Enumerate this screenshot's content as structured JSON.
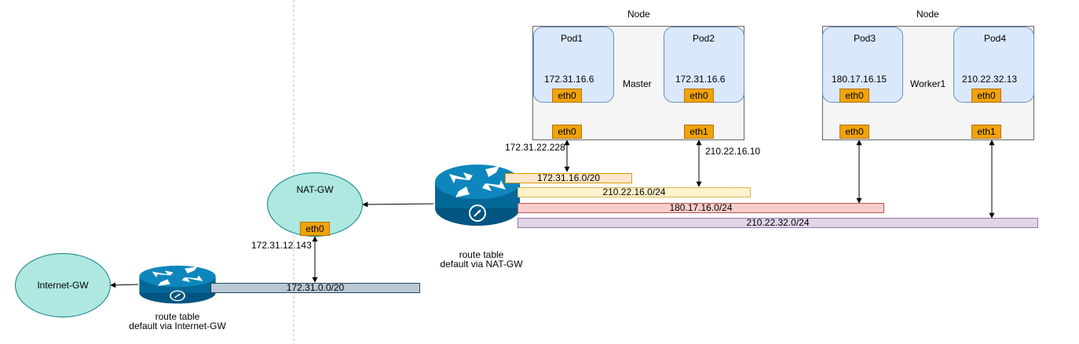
{
  "colors": {
    "node_fill": "#f5f5f5",
    "pod_fill": "#dae8fc",
    "eth_fill": "#f0a30a",
    "gateway_fill": "#aee8e0",
    "router_fill": "#036897",
    "subnet_master": "#ffe6cc",
    "subnet_master2": "#fff2cc",
    "subnet_worker": "#f8cecc",
    "subnet_worker2": "#e1d5e7",
    "subnet_public": "#bac8d3"
  },
  "nodes": [
    {
      "title": "Node",
      "name": "Master"
    },
    {
      "title": "Node",
      "name": "Worker1"
    }
  ],
  "pods": [
    {
      "name": "Pod1",
      "ip": "172.31.16.6",
      "eth": "eth0"
    },
    {
      "name": "Pod2",
      "ip": "172.31.16.6",
      "eth": "eth0"
    },
    {
      "name": "Pod3",
      "ip": "180.17.16.15",
      "eth": "eth0"
    },
    {
      "name": "Pod4",
      "ip": "210.22.32.13",
      "eth": "eth0"
    }
  ],
  "node_interfaces": [
    {
      "label": "eth0",
      "ip": "172.31.22.228"
    },
    {
      "label": "eth1",
      "ip": "210.22.16.10"
    },
    {
      "label": "eth0",
      "ip": ""
    },
    {
      "label": "eth1",
      "ip": ""
    }
  ],
  "subnets": {
    "master_primary": "172.31.16.0/20",
    "master_secondary": "210.22.16.0/24",
    "worker_primary": "180.17.16.0/24",
    "worker_secondary": "210.22.32.0/24",
    "public": "172.31.0.0/20"
  },
  "nat_gw": {
    "name": "NAT-GW",
    "eth": "eth0",
    "ip": "172.31.12.143"
  },
  "internet_gw": {
    "name": "Internet-GW"
  },
  "router_private": {
    "line1": "route table",
    "line2": "default via NAT-GW"
  },
  "router_public": {
    "line1": "route table",
    "line2": "default via Internet-GW"
  }
}
